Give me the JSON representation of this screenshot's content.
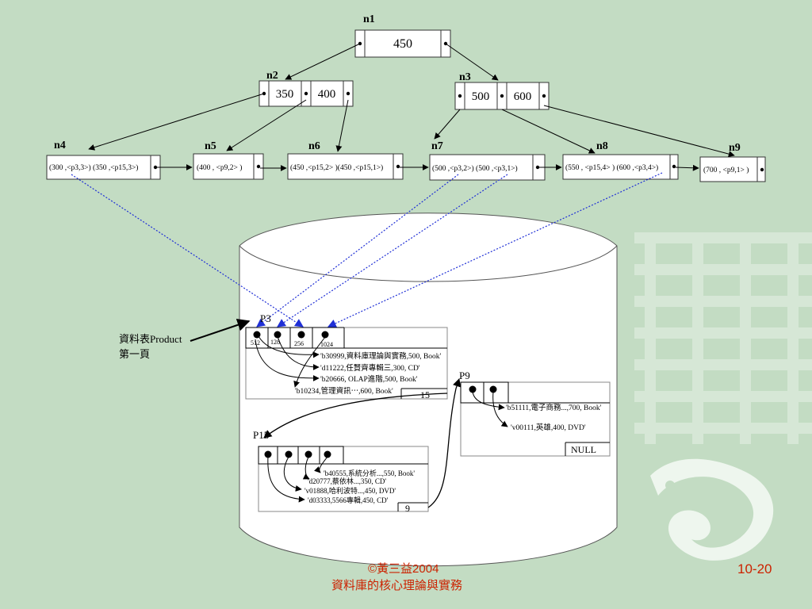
{
  "tree": {
    "n1": {
      "name": "n1",
      "keys": [
        "450"
      ]
    },
    "n2": {
      "name": "n2",
      "keys": [
        "350",
        "400"
      ]
    },
    "n3": {
      "name": "n3",
      "keys": [
        "500",
        "600"
      ]
    },
    "leaves": [
      {
        "id": "n4",
        "name": "n4",
        "text": "(300 ,<p3,3>) (350 ,<p15,3>)"
      },
      {
        "id": "n5",
        "name": "n5",
        "text": "(400 , <p9,2> )"
      },
      {
        "id": "n6",
        "name": "n6",
        "text": "(450 ,<p15,2> )(450 ,<p15,1>)"
      },
      {
        "id": "n7",
        "name": "n7",
        "text": "(500 ,<p3,2>) (500 ,<p3,1>)"
      },
      {
        "id": "n8",
        "name": "n8",
        "text": "(550 , <p15,4> ) (600 ,<p3,4>)"
      },
      {
        "id": "n9",
        "name": "n9",
        "text": "(700 , <p9,1> )"
      }
    ]
  },
  "pages": {
    "p3": {
      "name": "P3",
      "offsets": [
        "512",
        "128",
        "256",
        "1024"
      ],
      "records": [
        "'b30999,資料庫理論與實務,500, Book'",
        "'d11222,任賢齊專輯三,300, CD'",
        "'b20666, OLAP進階,500, Book'",
        "'b10234,管理資訊⋯,600, Book'"
      ],
      "next": "15"
    },
    "p15": {
      "name": "P15",
      "records": [
        "'b40555,系統分析...,550, Book'",
        "'d20777,蔡依林...,350, CD'",
        "'v01888,哈利波特...,450, DVD'",
        "'d03333,5566專輯,450, CD'"
      ],
      "next": "9"
    },
    "p9": {
      "name": "P9",
      "records": [
        "'b51111,電子商務...,700, Book'",
        "'v00111,英雄,400, DVD'"
      ],
      "next": "NULL"
    }
  },
  "annotation": {
    "line1": "資料表Product",
    "line2": "第一頁"
  },
  "footer": {
    "copyright": "©黃三益2004",
    "book": "資料庫的核心理論與實務",
    "page": "10-20"
  },
  "colors": {
    "background": "#c3dcc3",
    "pointer_dotted": "#1f2fd6",
    "footer_text": "#cc2200",
    "watermark": "#e6f1e6"
  }
}
